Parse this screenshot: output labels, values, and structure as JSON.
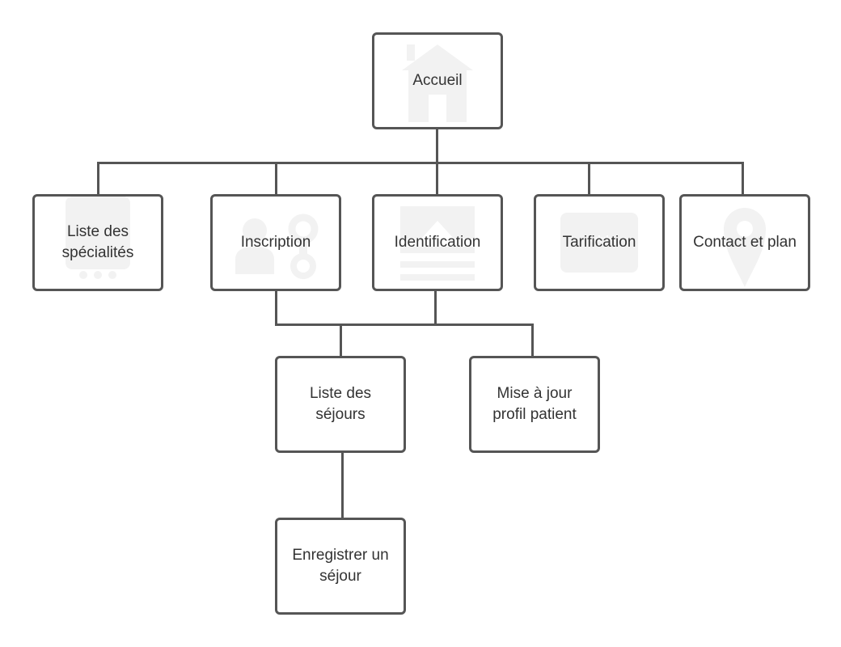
{
  "diagram": {
    "colors": {
      "line": "#555555",
      "icon": "#f2f2f2",
      "text": "#333333"
    },
    "nodes": {
      "accueil": {
        "label": "Accueil",
        "icon": "home-icon"
      },
      "specialites": {
        "label": "Liste des\nspécialités",
        "icon": "phone-device-icon"
      },
      "inscription": {
        "label": "Inscription",
        "icon": "user-key-icon"
      },
      "identification": {
        "label": "Identification",
        "icon": "image-document-icon"
      },
      "tarification": {
        "label": "Tarification",
        "icon": "password-field-icon"
      },
      "contact": {
        "label": "Contact et plan",
        "icon": "map-pin-icon"
      },
      "sejours": {
        "label": "Liste des\nséjours",
        "icon": ""
      },
      "profil": {
        "label": "Mise à jour\nprofil patient",
        "icon": ""
      },
      "enregistrer": {
        "label": "Enregistrer un\nséjour",
        "icon": ""
      }
    }
  }
}
